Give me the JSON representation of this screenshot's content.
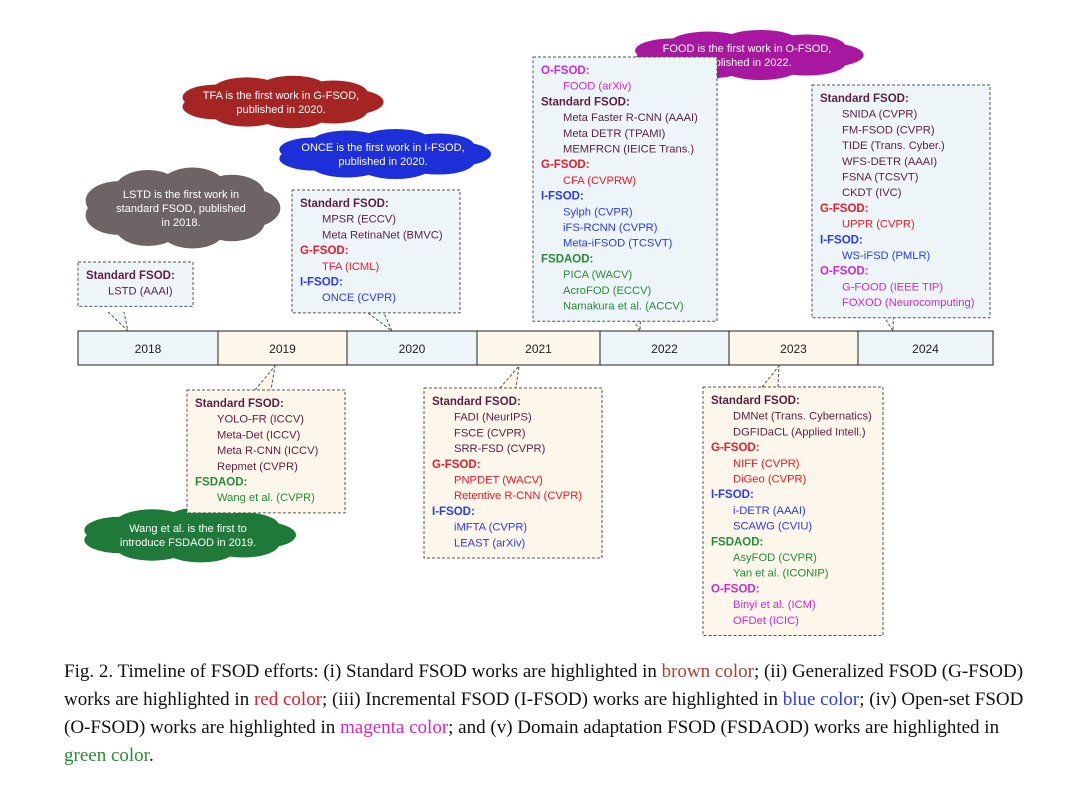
{
  "colors": {
    "standard": "#5c1f44",
    "gfsod": "#e0202e",
    "ifsod": "#2d3ce6",
    "ofsod": "#c92bd1",
    "fsdaod": "#2b8a3a",
    "cloud_tfa": "#a52525",
    "cloud_once": "#1c2fd8",
    "cloud_food": "#a8179f",
    "cloud_lstd": "#6e6466",
    "cloud_wang": "#1f7a39"
  },
  "timeline": {
    "years": [
      {
        "label": "2018",
        "fill": "#edf5f8"
      },
      {
        "label": "2019",
        "fill": "#fdf6ea"
      },
      {
        "label": "2020",
        "fill": "#edf5f8"
      },
      {
        "label": "2021",
        "fill": "#fdf6ea"
      },
      {
        "label": "2022",
        "fill": "#edf5f8"
      },
      {
        "label": "2023",
        "fill": "#fdf6ea"
      },
      {
        "label": "2024",
        "fill": "#edf5f8"
      }
    ]
  },
  "clouds": [
    {
      "id": "tfa",
      "lines": [
        "TFA is the first work in G-FSOD,",
        "published in 2020."
      ]
    },
    {
      "id": "once",
      "lines": [
        "ONCE is the first work in I-FSOD,",
        "published in 2020."
      ]
    },
    {
      "id": "lstd",
      "lines": [
        "LSTD is the first work in",
        "standard FSOD, published",
        "in 2018."
      ]
    },
    {
      "id": "food",
      "lines": [
        "FOOD is the first work in O-FSOD,",
        "published in 2022."
      ]
    },
    {
      "id": "wang",
      "lines": [
        "Wang et al. is the first to",
        "introduce FSDAOD in 2019."
      ]
    }
  ],
  "boxes": [
    {
      "id": "box-2018",
      "groups": [
        {
          "type": "standard",
          "heading": "Standard FSOD:",
          "items": [
            "LSTD (AAAI)"
          ]
        }
      ]
    },
    {
      "id": "box-2019",
      "groups": [
        {
          "type": "standard",
          "heading": "Standard FSOD:",
          "items": [
            "YOLO-FR (ICCV)",
            "Meta-Det (ICCV)",
            "Meta R-CNN (ICCV)",
            "Repmet (CVPR)"
          ]
        },
        {
          "type": "fsdaod",
          "heading": "FSDAOD:",
          "items": [
            "Wang et al. (CVPR)"
          ]
        }
      ]
    },
    {
      "id": "box-2020",
      "groups": [
        {
          "type": "standard",
          "heading": "Standard FSOD:",
          "items": [
            "MPSR (ECCV)",
            "Meta RetinaNet (BMVC)"
          ]
        },
        {
          "type": "gfsod",
          "heading": "G-FSOD:",
          "items": [
            "TFA (ICML)"
          ]
        },
        {
          "type": "ifsod",
          "heading": "I-FSOD:",
          "items": [
            "ONCE (CVPR)"
          ]
        }
      ]
    },
    {
      "id": "box-2021",
      "groups": [
        {
          "type": "standard",
          "heading": "Standard FSOD:",
          "items": [
            "FADI (NeurIPS)",
            "FSCE (CVPR)",
            "SRR-FSD (CVPR)"
          ]
        },
        {
          "type": "gfsod",
          "heading": "G-FSOD:",
          "items": [
            "PNPDET (WACV)",
            "Retentive R-CNN (CVPR)"
          ]
        },
        {
          "type": "ifsod",
          "heading": "I-FSOD:",
          "items": [
            "iMFTA (CVPR)",
            "LEAST (arXiv)"
          ]
        }
      ]
    },
    {
      "id": "box-2022",
      "groups": [
        {
          "type": "ofsod",
          "heading": "O-FSOD:",
          "items": [
            "FOOD (arXiv)"
          ]
        },
        {
          "type": "standard",
          "heading": "Standard FSOD:",
          "items": [
            "Meta Faster R-CNN (AAAI)",
            "Meta DETR (TPAMI)",
            "MEMFRCN (IEICE Trans.)"
          ]
        },
        {
          "type": "gfsod",
          "heading": "G-FSOD:",
          "items": [
            "CFA (CVPRW)"
          ]
        },
        {
          "type": "ifsod",
          "heading": "I-FSOD:",
          "items": [
            "Sylph (CVPR)",
            "iFS-RCNN (CVPR)",
            "Meta-iFSOD (TCSVT)"
          ]
        },
        {
          "type": "fsdaod",
          "heading": "FSDAOD:",
          "items": [
            "PICA (WACV)",
            "AcroFOD (ECCV)",
            "Namakura et al. (ACCV)"
          ]
        }
      ]
    },
    {
      "id": "box-2023",
      "groups": [
        {
          "type": "standard",
          "heading": "Standard FSOD:",
          "items": [
            "DMNet (Trans. Cybernatics)",
            "DGFIDaCL (Applied Intell.)"
          ]
        },
        {
          "type": "gfsod",
          "heading": "G-FSOD:",
          "items": [
            "NIFF (CVPR)",
            "DiGeo (CVPR)"
          ]
        },
        {
          "type": "ifsod",
          "heading": "I-FSOD:",
          "items": [
            "i-DETR (AAAI)",
            "SCAWG (CVIU)"
          ]
        },
        {
          "type": "fsdaod",
          "heading": "FSDAOD:",
          "items": [
            "AsyFOD (CVPR)",
            "Yan et al. (ICONIP)"
          ]
        },
        {
          "type": "ofsod",
          "heading": "O-FSOD:",
          "items": [
            "Binyi et al. (ICM)",
            "OFDet (ICIC)"
          ]
        }
      ]
    },
    {
      "id": "box-2024",
      "groups": [
        {
          "type": "standard",
          "heading": "Standard FSOD:",
          "items": [
            "SNIDA (CVPR)",
            "FM-FSOD (CVPR)",
            "TIDE (Trans. Cyber.)",
            "WFS-DETR (AAAI)",
            "FSNA (TCSVT)",
            "CKDT (IVC)"
          ]
        },
        {
          "type": "gfsod",
          "heading": "G-FSOD:",
          "items": [
            "UPPR (CVPR)"
          ]
        },
        {
          "type": "ifsod",
          "heading": "I-FSOD:",
          "items": [
            "WS-iFSD (PMLR)"
          ]
        },
        {
          "type": "ofsod",
          "heading": "O-FSOD:",
          "items": [
            "G-FOOD (IEEE TIP)",
            "FOXOD (Neurocomputing)"
          ]
        }
      ]
    }
  ],
  "caption": {
    "p1": "Fig. 2.  Timeline of FSOD efforts: (i) Standard FSOD works are highlighted in ",
    "brown": "brown color",
    "p2": "; (ii) Generalized FSOD (G-FSOD) works are highlighted in ",
    "red": "red color",
    "p3": "; (iii) Incremental FSOD (I-FSOD) works are highlighted in ",
    "blue": "blue color",
    "p4": "; (iv) Open-set FSOD (O-FSOD) works are highlighted in ",
    "magenta": "magenta color",
    "p5": "; and (v) Domain adaptation FSOD (FSDAOD) works are highlighted in ",
    "green": "green color",
    "p6": "."
  }
}
